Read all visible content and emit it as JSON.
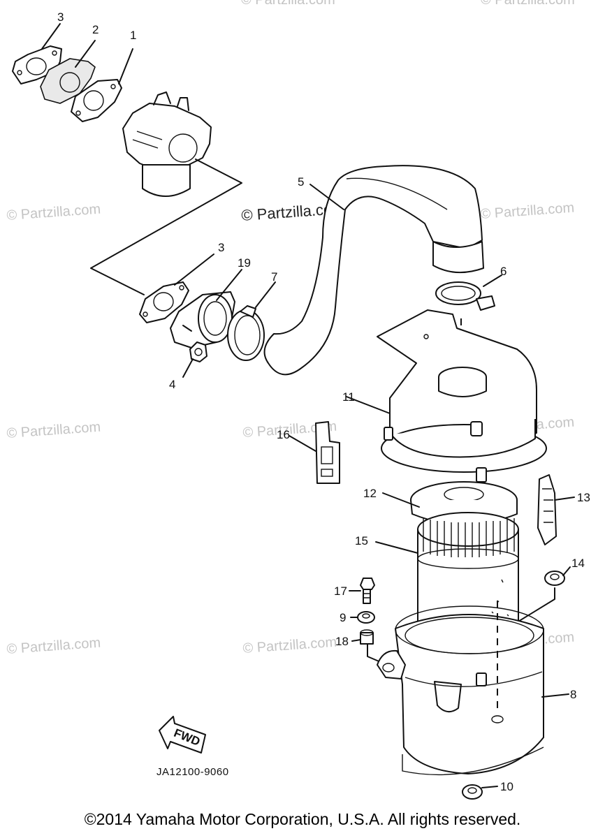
{
  "watermark": "© Partzilla.com",
  "watermark_main": "© Partzilla.com",
  "diagram_code": "JA12100-9060",
  "fwd_label": "FWD",
  "copyright": "©2014 Yamaha Motor Corporation, U.S.A. All rights reserved.",
  "callouts": {
    "c1": "1",
    "c2": "2",
    "c3a": "3",
    "c3b": "3",
    "c4": "4",
    "c5": "5",
    "c6": "6",
    "c7": "7",
    "c8": "8",
    "c9": "9",
    "c10": "10",
    "c11": "11",
    "c12": "12",
    "c13": "13",
    "c14": "14",
    "c15": "15",
    "c16": "16",
    "c17": "17",
    "c18": "18",
    "c19": "19"
  }
}
